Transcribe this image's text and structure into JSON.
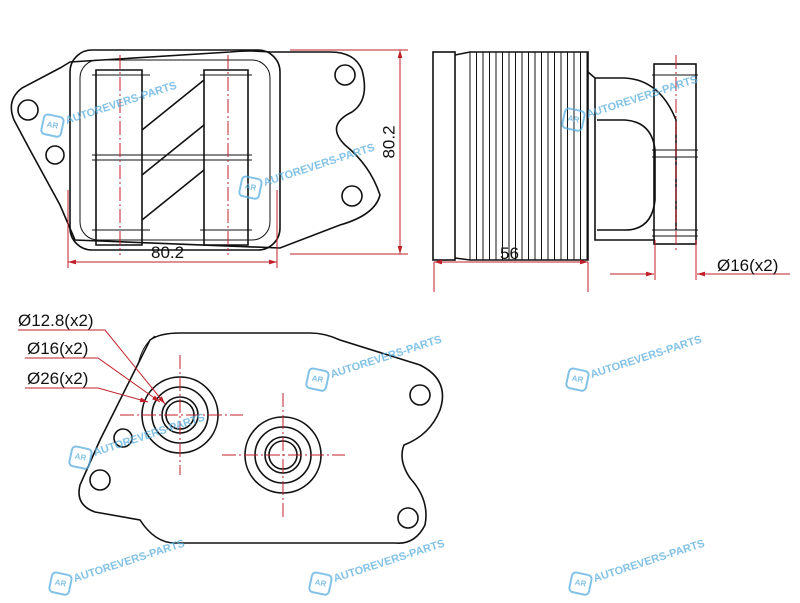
{
  "watermark": {
    "text": "AUTOREVERS-PARTS",
    "logo": "AR"
  },
  "dimensions": {
    "top_width": "80.2",
    "top_height": "80.2",
    "side_depth": "56",
    "pipe_diameter": "Ø16(x2)",
    "port_inner": "Ø12.8(x2)",
    "port_mid": "Ø16(x2)",
    "port_outer": "Ø26(x2)"
  },
  "colors": {
    "line": "#111111",
    "dimension": "#c0202a",
    "watermark": "#5aaee0"
  }
}
